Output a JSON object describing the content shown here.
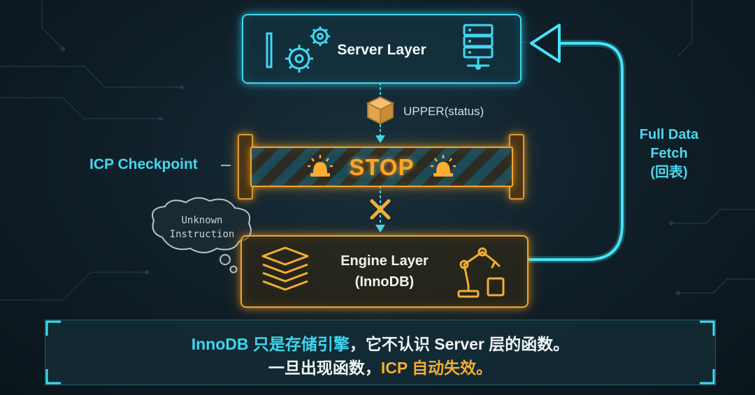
{
  "server": {
    "label": "Server Layer"
  },
  "engine": {
    "line1": "Engine Layer",
    "line2": "(InnoDB)"
  },
  "pushdown": {
    "label": "UPPER(status)"
  },
  "barrier": {
    "label": "STOP"
  },
  "checkpoint": {
    "label": "ICP Checkpoint"
  },
  "fetch": {
    "line1": "Full Data",
    "line2": "Fetch",
    "line3": "(回表)"
  },
  "thought": {
    "line1": "Unknown",
    "line2": "Instruction"
  },
  "caption": {
    "l1_a": "InnoDB 只是存储引擎",
    "l1_b": "，它不认识 Server 层的函数。",
    "l2_a": "一旦出现函数，",
    "l2_b": "ICP 自动失效。"
  },
  "colors": {
    "cyan": "#40d9f2",
    "orange": "#f2a630",
    "background": "#0f1a22"
  },
  "icons": [
    "gears-icon",
    "server-rack-icon",
    "package-icon",
    "alarm-light-icon",
    "x-mark-icon",
    "layers-stack-icon",
    "robot-arm-icon"
  ]
}
